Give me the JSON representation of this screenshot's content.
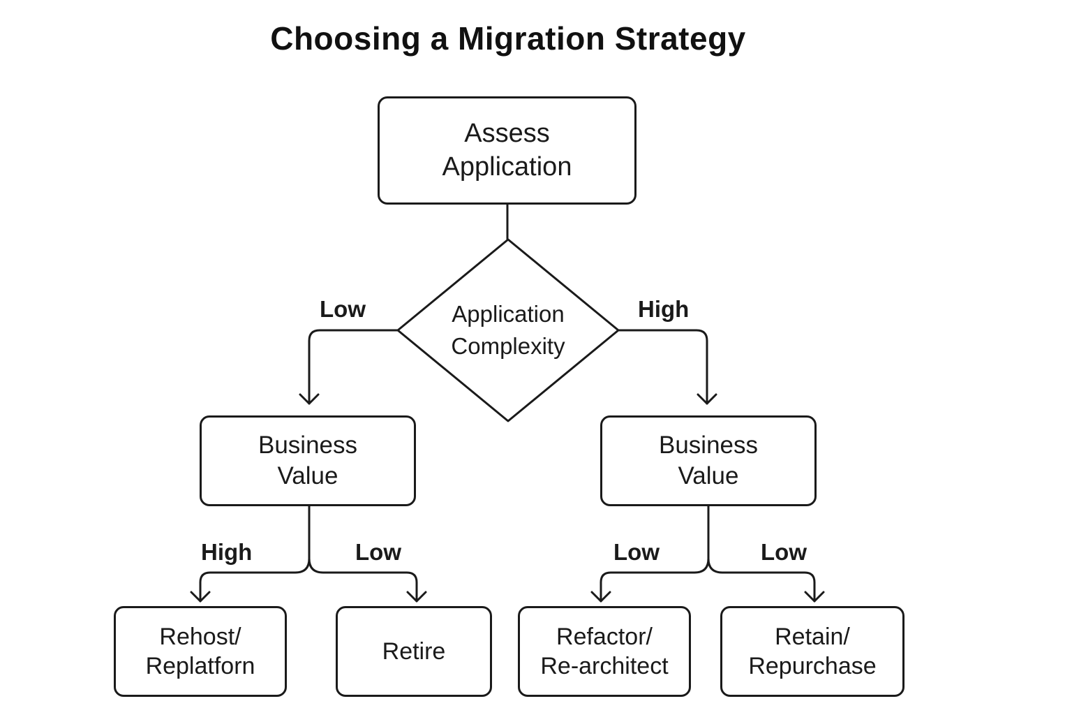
{
  "title": "Choosing a Migration Strategy",
  "nodes": {
    "assess": "Assess\nApplication",
    "decision": "Application\nComplexity",
    "business_value_left": "Business\nValue",
    "business_value_right": "Business\nValue",
    "rehost": "Rehost/\nReplatforn",
    "retire": "Retire",
    "refactor": "Refactor/\nRe-architect",
    "retain": "Retain/\nRepurchase"
  },
  "edge_labels": {
    "complexity_low": "Low",
    "complexity_high": "High",
    "left_high": "High",
    "left_low": "Low",
    "right_low": "Low",
    "right_low_2": "Low"
  }
}
